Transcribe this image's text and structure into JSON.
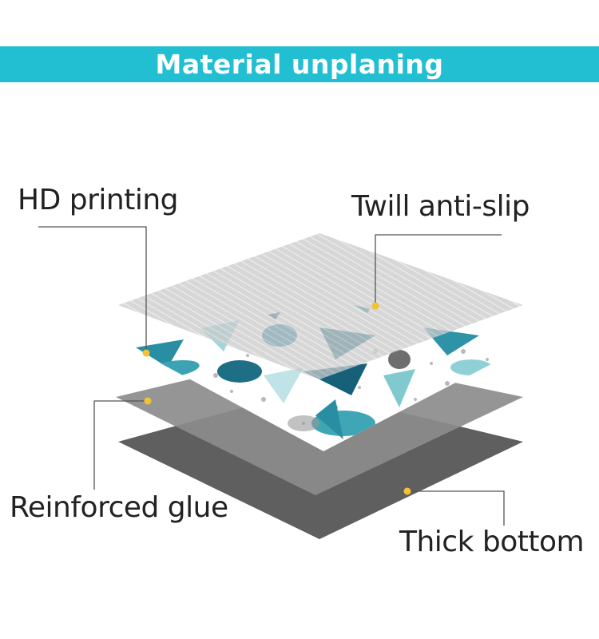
{
  "header": {
    "title": "Material unplaning",
    "background": "#22bfd3"
  },
  "layers": [
    {
      "label": "HD printing"
    },
    {
      "label": "Twill anti-slip"
    },
    {
      "label": "Reinforced glue"
    },
    {
      "label": "Thick bottom"
    }
  ],
  "colors": {
    "bottom_layer": "#5f5f5f",
    "glue_layer": "#8a8a8a",
    "twill_layer": "#c9c9c9",
    "print_base": "#ffffff",
    "marker": "#f2c230",
    "leader_line": "#555555",
    "teal_dark": "#1e6f86",
    "teal_light": "#7fc9cf",
    "grey_chip": "#b5b5b5"
  }
}
